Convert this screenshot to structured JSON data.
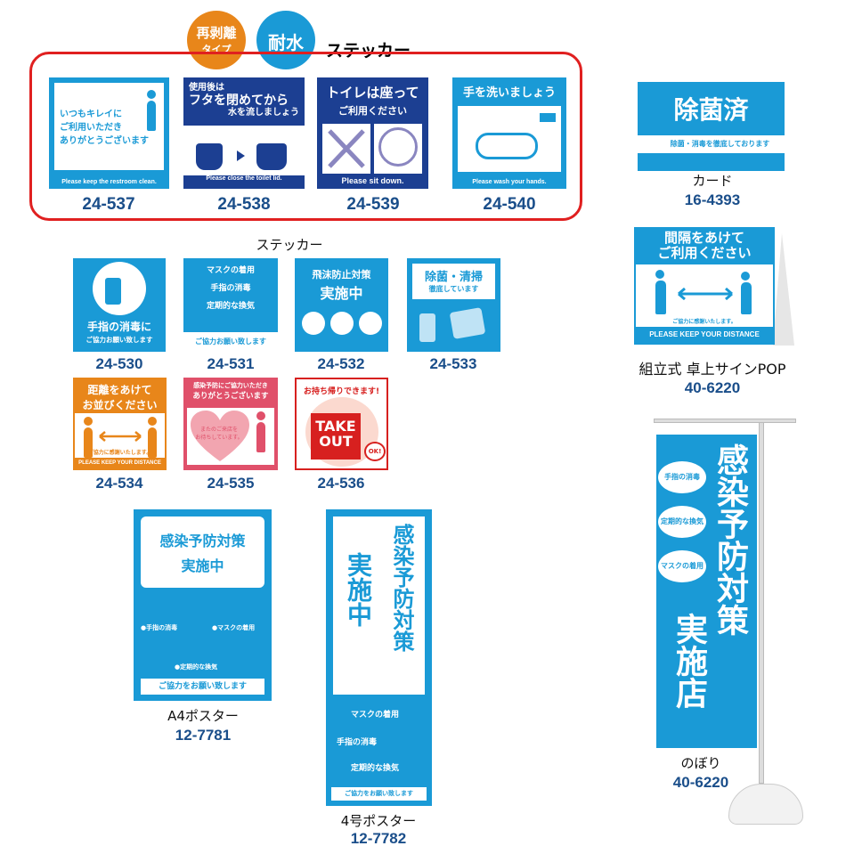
{
  "header": {
    "badge_removable": "再剥離",
    "badge_type": "タイプ",
    "badge_waterproof": "耐水",
    "title": "ステッカー"
  },
  "featured": [
    {
      "code": "24-537",
      "lines": [
        "いつもキレイに",
        "ご利用いただき",
        "ありがとうございます"
      ],
      "en": "Please keep the restroom clean."
    },
    {
      "code": "24-538",
      "lines": [
        "使用後は",
        "フタを閉めてから",
        "水を流しましょう"
      ],
      "en": "Please close the toilet lid."
    },
    {
      "code": "24-539",
      "lines": [
        "トイレは座って",
        "ご利用ください"
      ],
      "en": "Please sit down."
    },
    {
      "code": "24-540",
      "lines": [
        "手を洗いましょう"
      ],
      "en": "Please wash your hands."
    }
  ],
  "stickers_label": "ステッカー",
  "stickers": [
    {
      "code": "24-530",
      "lines": [
        "手指の消毒に",
        "ご協力お願い致します"
      ]
    },
    {
      "code": "24-531",
      "lines": [
        "マスクの着用",
        "手指の消毒",
        "定期的な換気",
        "ご協力お願い致します"
      ]
    },
    {
      "code": "24-532",
      "lines": [
        "飛沫防止対策",
        "実施中"
      ]
    },
    {
      "code": "24-533",
      "lines": [
        "除菌・清掃",
        "徹底しています"
      ]
    },
    {
      "code": "24-534",
      "lines": [
        "距離をあけて",
        "お並びください",
        "ご協力に感謝いたします。",
        "PLEASE KEEP YOUR DISTANCE"
      ]
    },
    {
      "code": "24-535",
      "lines": [
        "感染予防にご協力いただき",
        "ありがとうございます",
        "またのご来店を",
        "お待ちしています。"
      ]
    },
    {
      "code": "24-536",
      "lines": [
        "お持ち帰りできます!",
        "TAKE",
        "OUT",
        "OK!"
      ]
    }
  ],
  "card": {
    "title": "除菌済",
    "sub": "除菌・消毒を徹底しております",
    "label": "カード",
    "code": "16-4393"
  },
  "pop": {
    "lines": [
      "間隔をあけて",
      "ご利用ください",
      "ご協力に感謝いたします。",
      "PLEASE KEEP YOUR DISTANCE"
    ],
    "label": "組立式 卓上サインPOP",
    "code": "40-6220"
  },
  "a4": {
    "title1": "感染予防対策",
    "title2": "実施中",
    "items": [
      "●手指の消毒",
      "●マスクの着用",
      "●定期的な換気"
    ],
    "footer": "ご協力をお願い致します",
    "label": "A4ポスター",
    "code": "12-7781"
  },
  "no4": {
    "col1": "感染予防対策",
    "col2": "実施中",
    "items": [
      "マスクの着用",
      "手指の消毒",
      "定期的な換気"
    ],
    "footer": "ご協力をお願い致します",
    "label": "4号ポスター",
    "code": "12-7782"
  },
  "nobori": {
    "col1": "感染予防対策",
    "col2": "実施店",
    "bubbles": [
      "手指の消毒",
      "定期的な換気",
      "マスクの着用"
    ],
    "label": "のぼり",
    "code": "40-6220"
  },
  "colors": {
    "sky": "#1a9ad6",
    "navy": "#1c3f92",
    "orange": "#e8861a",
    "pink": "#e0506a",
    "red": "#e02020",
    "code": "#1a4e8a"
  }
}
